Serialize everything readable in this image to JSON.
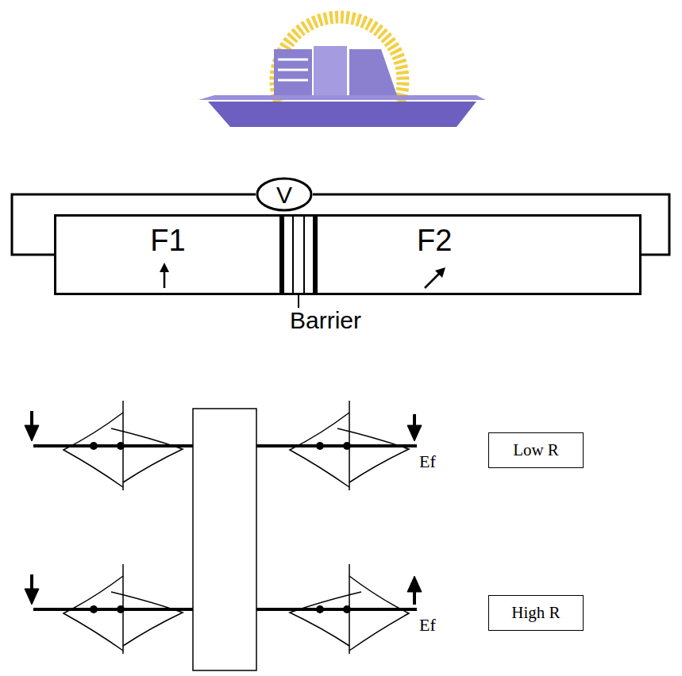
{
  "diagram": {
    "nodes": [
      {
        "text": [
          "V"
        ]
      },
      {
        "text": [
          "F1"
        ]
      },
      {
        "text": [
          "Barrier"
        ]
      },
      {
        "text": [
          "F2"
        ]
      },
      {
        "text": [
          "Low R"
        ]
      },
      {
        "text": [
          "High R"
        ]
      }
    ],
    "edges": [
      {
        "from": 0,
        "to": 1,
        "arrow": "none"
      },
      {
        "from": 0,
        "to": 3,
        "arrow": "none"
      }
    ],
    "labels": [
      "Ef",
      "Ef"
    ]
  }
}
